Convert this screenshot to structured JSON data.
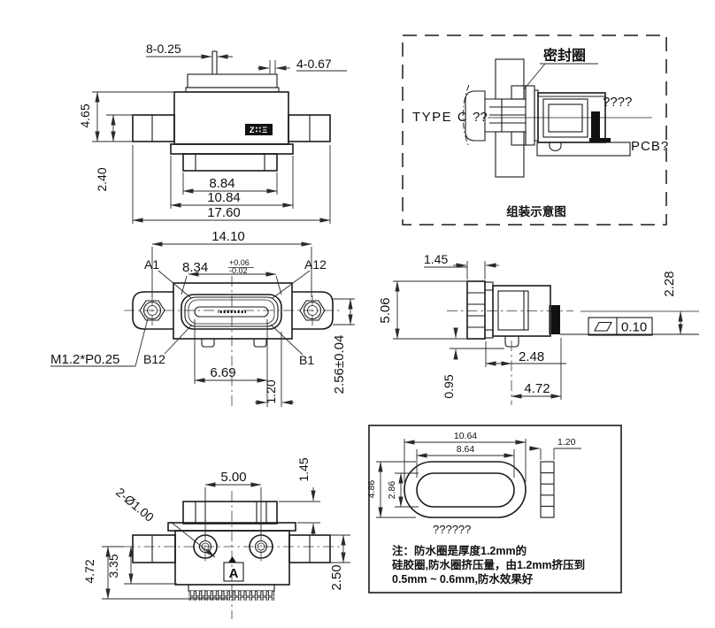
{
  "views": {
    "top": {
      "logo": "Z∷Ξ",
      "dims": {
        "pin_width": "8-0.25",
        "pin_pitch": "4-0.67",
        "body_height": "4.65",
        "wing_height": "2.40",
        "tongue_width": "8.84",
        "plate_width": "10.84",
        "total_width": "17.60"
      }
    },
    "assembly": {
      "seal_label": "密封圈",
      "plug_label": "TYPE C",
      "plug_marks": "??",
      "marks": "????",
      "pcb_label": "PCB?",
      "caption": "组装示意图"
    },
    "front": {
      "labels": {
        "a1": "A1",
        "a12": "A12",
        "b12": "B12",
        "b1": "B1",
        "thread": "M1.2*P0.25"
      },
      "dims": {
        "hole_span": "14.10",
        "opening_width": "8.34",
        "tol_plus": "+0.06",
        "tol_minus": "-0.02",
        "tongue_width": "6.69",
        "edge_gap": "1.20",
        "opening_height": "2.56±0.04"
      }
    },
    "side": {
      "dims": {
        "flange_thickness": "1.45",
        "flange_height": "5.06",
        "foot_offset": "0.95",
        "flange_to_foot": "2.48",
        "foot_to_pin": "4.72",
        "seating_height": "2.28",
        "flatness": "0.10"
      }
    },
    "bottom": {
      "datum": "A",
      "dims": {
        "post_pitch": "5.00",
        "edge": "1.45",
        "holes": "2-Ø1.00",
        "center_to_body": "3.35",
        "center_to_pin": "4.72",
        "wing_height": "2.50"
      }
    },
    "seal": {
      "caption": "??????",
      "dims": {
        "outer_width": "10.64",
        "inner_width": "8.64",
        "outer_height": "4.86",
        "inner_height": "2.86",
        "thickness": "1.20"
      },
      "note1": "注：防水圈是厚度1.2mm的",
      "note2": "硅胶圈,防水圈挤压量，由1.2mm挤压到",
      "note3": "0.5mm ~ 0.6mm,防水效果好"
    }
  }
}
